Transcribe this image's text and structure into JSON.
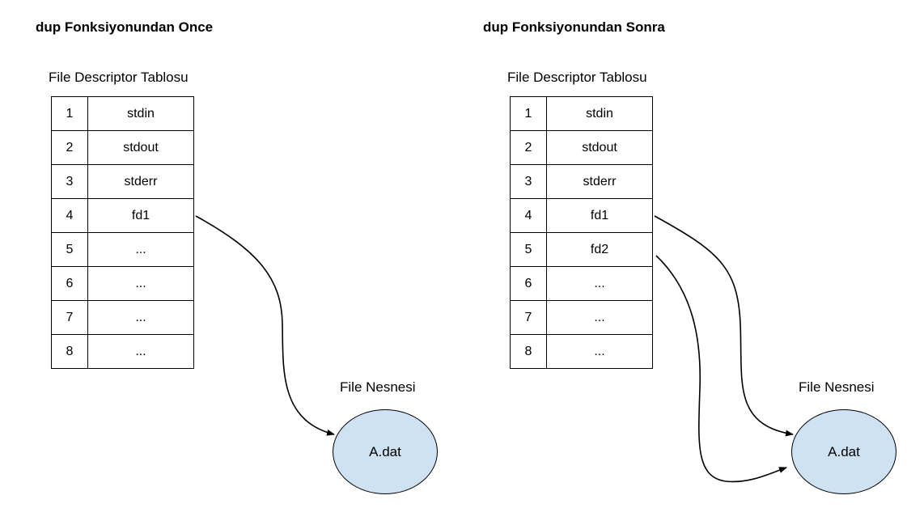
{
  "colors": {
    "ellipse_fill": "#cfe2f3",
    "stroke": "#000000",
    "background": "#ffffff"
  },
  "panels": [
    {
      "title": "dup Fonksiyonundan Once",
      "table_label": "File Descriptor Tablosu",
      "rows": [
        {
          "num": "1",
          "name": "stdin"
        },
        {
          "num": "2",
          "name": "stdout"
        },
        {
          "num": "3",
          "name": "stderr"
        },
        {
          "num": "4",
          "name": "fd1"
        },
        {
          "num": "5",
          "name": "..."
        },
        {
          "num": "6",
          "name": "..."
        },
        {
          "num": "7",
          "name": "..."
        },
        {
          "num": "8",
          "name": "..."
        }
      ],
      "object_label": "File Nesnesi",
      "object_name": "A.dat"
    },
    {
      "title": "dup Fonksiyonundan Sonra",
      "table_label": "File Descriptor Tablosu",
      "rows": [
        {
          "num": "1",
          "name": "stdin"
        },
        {
          "num": "2",
          "name": "stdout"
        },
        {
          "num": "3",
          "name": "stderr"
        },
        {
          "num": "4",
          "name": "fd1"
        },
        {
          "num": "5",
          "name": "fd2"
        },
        {
          "num": "6",
          "name": "..."
        },
        {
          "num": "7",
          "name": "..."
        },
        {
          "num": "8",
          "name": "..."
        }
      ],
      "object_label": "File Nesnesi",
      "object_name": "A.dat"
    }
  ]
}
